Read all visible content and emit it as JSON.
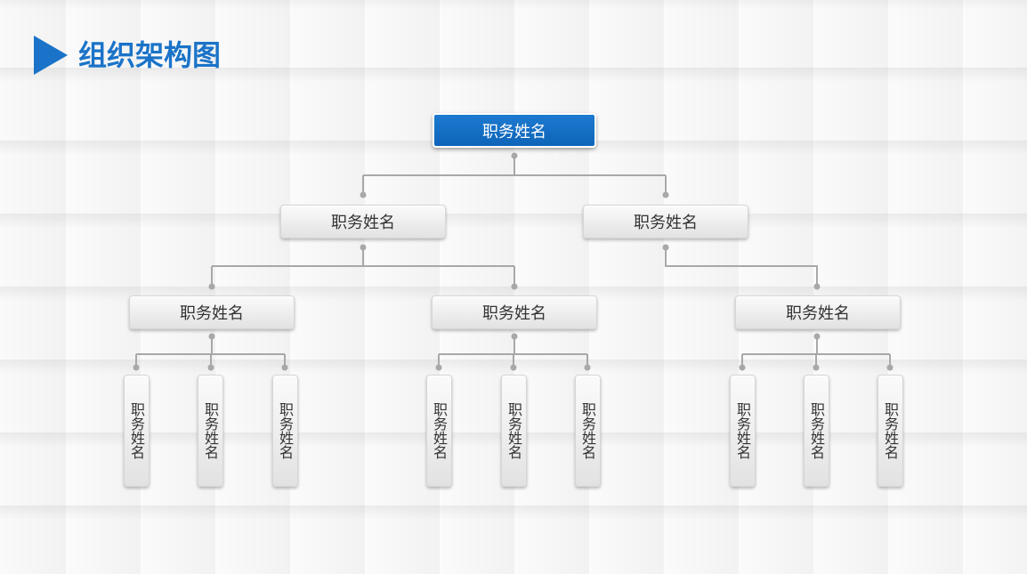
{
  "title": "组织架构图",
  "colors": {
    "accent": "#1a73c8",
    "line": "#a8a8a8"
  },
  "org": {
    "root": "职务姓名",
    "level2": [
      "职务姓名",
      "职务姓名"
    ],
    "level3": [
      "职务姓名",
      "职务姓名",
      "职务姓名"
    ],
    "leaves": [
      "职务姓名",
      "职务姓名",
      "职务姓名",
      "职务姓名",
      "职务姓名",
      "职务姓名",
      "职务姓名",
      "职务姓名",
      "职务姓名"
    ]
  }
}
